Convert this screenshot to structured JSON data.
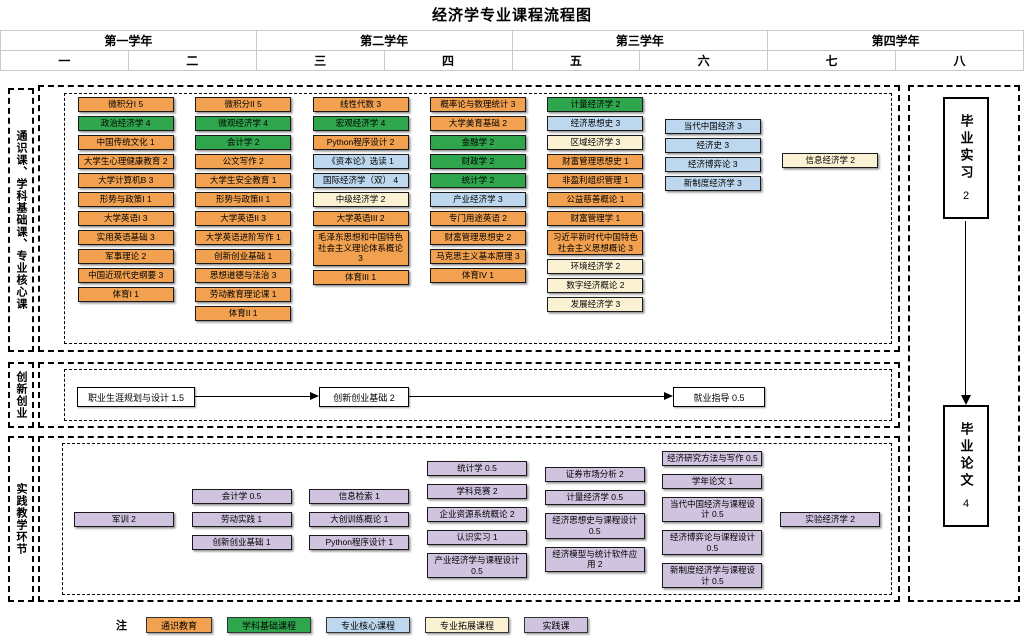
{
  "title": "经济学专业课程流程图",
  "years": [
    "第一学年",
    "第二学年",
    "第三学年",
    "第四学年"
  ],
  "semesters": [
    "一",
    "二",
    "三",
    "四",
    "五",
    "六",
    "七",
    "八"
  ],
  "side_labels": {
    "top": "通识课、学科基础课、专业核心课",
    "middle": "创新创业",
    "bottom": "实践教学环节"
  },
  "colors": {
    "general": "#F1A14F",
    "foundation": "#2FA64D",
    "core": "#BDD7EE",
    "extension": "#FBF1D3",
    "practice": "#CFC3DF",
    "plain": "#FFFFFF"
  },
  "core_columns": [
    {
      "semester": "一",
      "courses": [
        {
          "label": "微积分I 5",
          "type": "general"
        },
        {
          "label": "政治经济学 4",
          "type": "foundation"
        },
        {
          "label": "中国传统文化 1",
          "type": "general"
        },
        {
          "label": "大学生心理健康教育 2",
          "type": "general"
        },
        {
          "label": "大学计算机B 3",
          "type": "general"
        },
        {
          "label": "形势与政策I 1",
          "type": "general"
        },
        {
          "label": "大学英语I 3",
          "type": "general"
        },
        {
          "label": "实用英语基础 3",
          "type": "general"
        },
        {
          "label": "军事理论 2",
          "type": "general"
        },
        {
          "label": "中国近现代史纲要 3",
          "type": "general"
        },
        {
          "label": "体育I 1",
          "type": "general"
        }
      ]
    },
    {
      "semester": "二",
      "courses": [
        {
          "label": "微积分II 5",
          "type": "general"
        },
        {
          "label": "微观经济学 4",
          "type": "foundation"
        },
        {
          "label": "会计学 2",
          "type": "foundation"
        },
        {
          "label": "公文写作 2",
          "type": "general"
        },
        {
          "label": "大学生安全教育 1",
          "type": "general"
        },
        {
          "label": "形势与政策II 1",
          "type": "general"
        },
        {
          "label": "大学英语II 3",
          "type": "general"
        },
        {
          "label": "大学英语进阶写作 1",
          "type": "general"
        },
        {
          "label": "创新创业基础 1",
          "type": "general"
        },
        {
          "label": "思想道德与法治 3",
          "type": "general"
        },
        {
          "label": "劳动教育理论课 1",
          "type": "general"
        },
        {
          "label": "体育II 1",
          "type": "general"
        }
      ]
    },
    {
      "semester": "三",
      "courses": [
        {
          "label": "线性代数 3",
          "type": "general"
        },
        {
          "label": "宏观经济学 4",
          "type": "foundation"
        },
        {
          "label": "Python程序设计 2",
          "type": "general"
        },
        {
          "label": "《资本论》选读 1",
          "type": "core"
        },
        {
          "label": "国际经济学（双） 4",
          "type": "core"
        },
        {
          "label": "中级经济学 2",
          "type": "extension"
        },
        {
          "label": "大学英语III 2",
          "type": "general"
        },
        {
          "label": "毛泽东思想和中国特色社会主义理论体系概论 3",
          "type": "general"
        },
        {
          "label": "体育III 1",
          "type": "general"
        }
      ]
    },
    {
      "semester": "四",
      "courses": [
        {
          "label": "概率论与数理统计 3",
          "type": "general"
        },
        {
          "label": "大学美育基础 2",
          "type": "general"
        },
        {
          "label": "金融学 2",
          "type": "foundation"
        },
        {
          "label": "财政学 2",
          "type": "foundation"
        },
        {
          "label": "统计学 2",
          "type": "foundation"
        },
        {
          "label": "产业经济学 3",
          "type": "core"
        },
        {
          "label": "专门用途英语 2",
          "type": "general"
        },
        {
          "label": "财富管理思想史 2",
          "type": "general"
        },
        {
          "label": "马克思主义基本原理 3",
          "type": "general"
        },
        {
          "label": "体育IV 1",
          "type": "general"
        }
      ]
    },
    {
      "semester": "五",
      "courses": [
        {
          "label": "计量经济学 2",
          "type": "foundation"
        },
        {
          "label": "经济思想史 3",
          "type": "core"
        },
        {
          "label": "区域经济学 3",
          "type": "extension"
        },
        {
          "label": "财富管理思想史 1",
          "type": "general"
        },
        {
          "label": "非盈利组织管理 1",
          "type": "general"
        },
        {
          "label": "公益慈善概论 1",
          "type": "general"
        },
        {
          "label": "财富管理学 1",
          "type": "general"
        },
        {
          "label": "习近平新时代中国特色社会主义思想概论 3",
          "type": "general"
        },
        {
          "label": "环境经济学 2",
          "type": "extension"
        },
        {
          "label": "数字经济概论 2",
          "type": "extension"
        },
        {
          "label": "发展经济学 3",
          "type": "extension"
        }
      ]
    },
    {
      "semester": "六",
      "courses": [
        {
          "label": "当代中国经济 3",
          "type": "core"
        },
        {
          "label": "经济史 3",
          "type": "core"
        },
        {
          "label": "经济博弈论 3",
          "type": "core"
        },
        {
          "label": "新制度经济学 3",
          "type": "core"
        }
      ]
    },
    {
      "semester": "七",
      "courses": [
        {
          "label": "信息经济学 2",
          "type": "extension"
        }
      ]
    }
  ],
  "innovation": {
    "steps": [
      {
        "label": "职业生涯规划与设计 1.5"
      },
      {
        "label": "创新创业基础 2"
      },
      {
        "label": "就业指导 0.5"
      }
    ]
  },
  "practice_columns": [
    {
      "courses": [
        {
          "label": "军训 2",
          "type": "practice"
        }
      ]
    },
    {
      "courses": [
        {
          "label": "会计学 0.5",
          "type": "practice"
        },
        {
          "label": "劳动实践 1",
          "type": "practice"
        },
        {
          "label": "创新创业基础 1",
          "type": "practice"
        }
      ]
    },
    {
      "courses": [
        {
          "label": "信息检索 1",
          "type": "practice"
        },
        {
          "label": "大创训练概论 1",
          "type": "practice"
        },
        {
          "label": "Python程序设计 1",
          "type": "practice"
        }
      ]
    },
    {
      "courses": [
        {
          "label": "统计学 0.5",
          "type": "practice"
        },
        {
          "label": "学科竞赛 2",
          "type": "practice"
        },
        {
          "label": "企业资源系统概论 2",
          "type": "practice"
        },
        {
          "label": "认识实习 1",
          "type": "practice"
        },
        {
          "label": "产业经济学与课程设计 0.5",
          "type": "practice"
        }
      ]
    },
    {
      "courses": [
        {
          "label": "证券市场分析 2",
          "type": "practice"
        },
        {
          "label": "计量经济学 0.5",
          "type": "practice"
        },
        {
          "label": "经济思想史与课程设计 0.5",
          "type": "practice"
        },
        {
          "label": "经济模型与统计软件应用 2",
          "type": "practice"
        }
      ]
    },
    {
      "courses": [
        {
          "label": "经济研究方法与写作 0.5",
          "type": "practice"
        },
        {
          "label": "学年论文 1",
          "type": "practice"
        },
        {
          "label": "当代中国经济与课程设计 0.5",
          "type": "practice"
        },
        {
          "label": "经济博弈论与课程设计 0.5",
          "type": "practice"
        },
        {
          "label": "新制度经济学与课程设计 0.5",
          "type": "practice"
        }
      ]
    },
    {
      "courses": [
        {
          "label": "实验经济学 2",
          "type": "practice"
        }
      ]
    }
  ],
  "graduation": {
    "internship_label": "毕业实习",
    "internship_credit": "2",
    "thesis_label": "毕业论文",
    "thesis_credit": "4"
  },
  "legend": {
    "note": "注",
    "items": [
      {
        "label": "通识教育",
        "type": "general"
      },
      {
        "label": "学科基础课程",
        "type": "foundation"
      },
      {
        "label": "专业核心课程",
        "type": "core"
      },
      {
        "label": "专业拓展课程",
        "type": "extension"
      },
      {
        "label": "实践课",
        "type": "practice"
      }
    ]
  }
}
